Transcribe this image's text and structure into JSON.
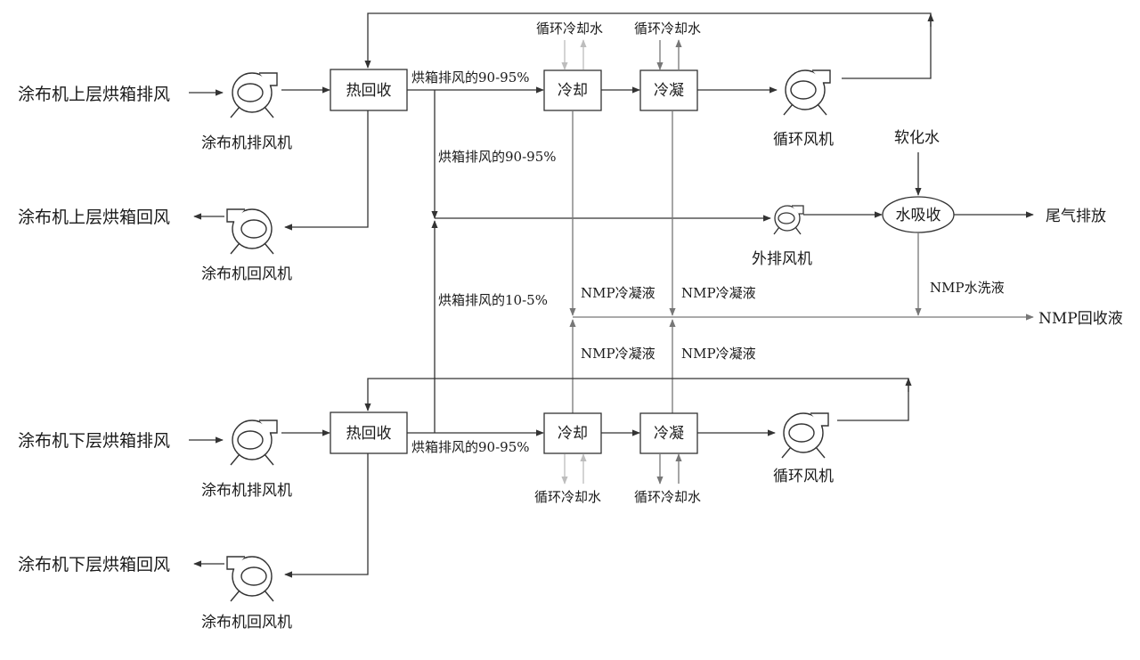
{
  "upper": {
    "source_label": "涂布机上层烘箱排风",
    "exhaust_fan_label": "涂布机排风机",
    "heat_recovery_label": "热回收",
    "cool_label": "冷却",
    "condense_label": "冷凝",
    "circ_fan_label": "循环风机",
    "cooling_water_1": "循环冷却水",
    "cooling_water_2": "循环冷却水",
    "return_label": "涂布机上层烘箱回风",
    "return_fan_label": "涂布机回风机",
    "flow_main_label": "烘箱排风的90-95%",
    "flow_down_label": "烘箱排风的90-95%"
  },
  "lower": {
    "source_label": "涂布机下层烘箱排风",
    "exhaust_fan_label": "涂布机排风机",
    "heat_recovery_label": "热回收",
    "cool_label": "冷却",
    "condense_label": "冷凝",
    "circ_fan_label": "循环风机",
    "cooling_water_1": "循环冷却水",
    "cooling_water_2": "循环冷却水",
    "return_label": "涂布机下层烘箱回风",
    "return_fan_label": "涂布机回风机",
    "flow_main_label": "烘箱排风的90-95%",
    "flow_up_label": "烘箱排风的10-5%"
  },
  "center": {
    "softened_water_label": "软化水",
    "water_absorb_label": "水吸收",
    "tail_gas_label": "尾气排放",
    "external_fan_label": "外排风机",
    "nmp_wash_label": "NMP水洗液",
    "nmp_recovery_label": "NMP回收液",
    "nmp_cond_u1": "NMP冷凝液",
    "nmp_cond_u2": "NMP冷凝液",
    "nmp_cond_l1": "NMP冷凝液",
    "nmp_cond_l2": "NMP冷凝液"
  },
  "colors": {
    "line": "#333333",
    "line_gray": "#777777",
    "line_light": "#bdbdbd"
  }
}
